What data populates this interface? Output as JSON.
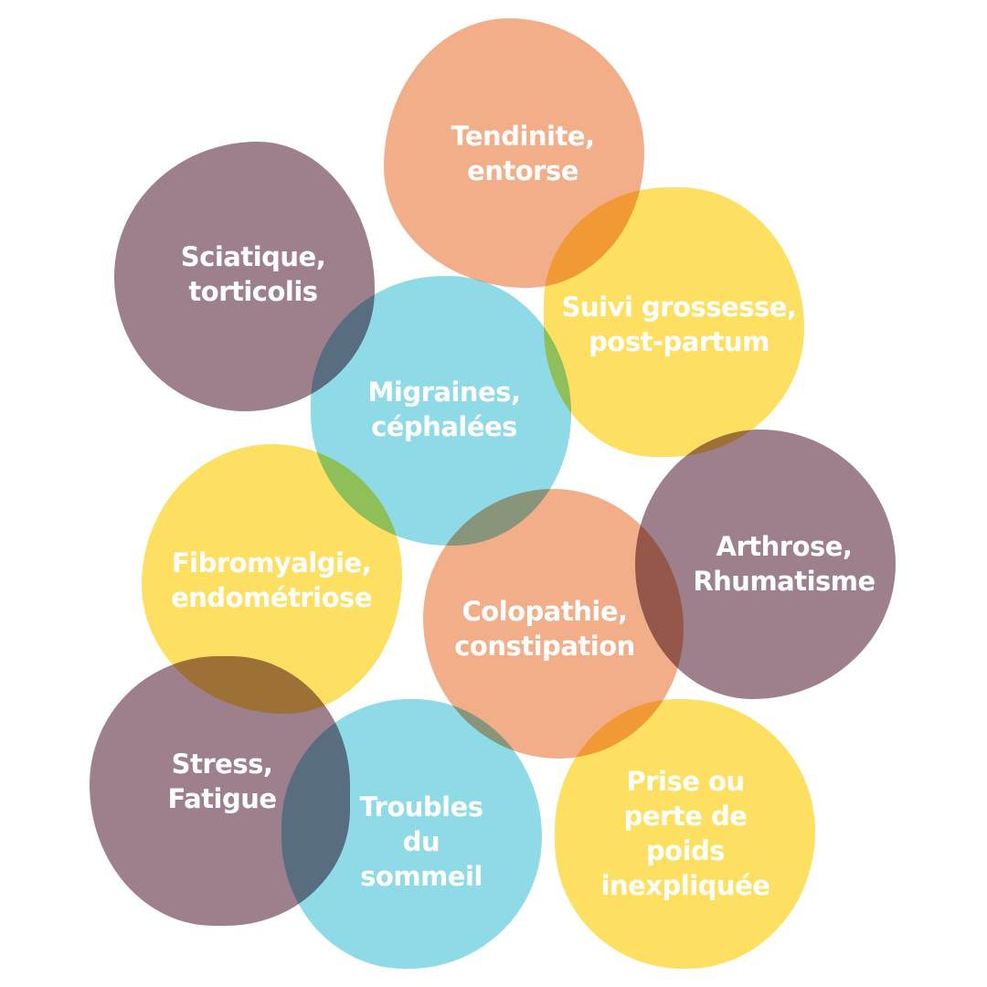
{
  "colors": {
    "mauve": "#9e808d",
    "orange": "#f2ae88",
    "yellow": "#fde062",
    "cyan": "#8fdae7"
  },
  "bubbles": [
    {
      "line1": "Tendinite,",
      "line2": "entorse"
    },
    {
      "line1": "Sciatique,",
      "line2": "torticolis"
    },
    {
      "line1": "Suivi grossesse,",
      "line2": "post-partum"
    },
    {
      "line1": "Migraines,",
      "line2": "céphalées"
    },
    {
      "line1": "Fibromyalgie,",
      "line2": "endométriose"
    },
    {
      "line1": "Arthrose,",
      "line2": "Rhumatisme"
    },
    {
      "line1": "Colopathie,",
      "line2": "constipation"
    },
    {
      "line1": "Stress,",
      "line2": "Fatigue"
    },
    {
      "line1": "Troubles",
      "line2": "du",
      "line3": "sommeil"
    },
    {
      "line1": "Prise ou",
      "line2": "perte de",
      "line3": "poids",
      "line4": "inexpliquée"
    }
  ]
}
